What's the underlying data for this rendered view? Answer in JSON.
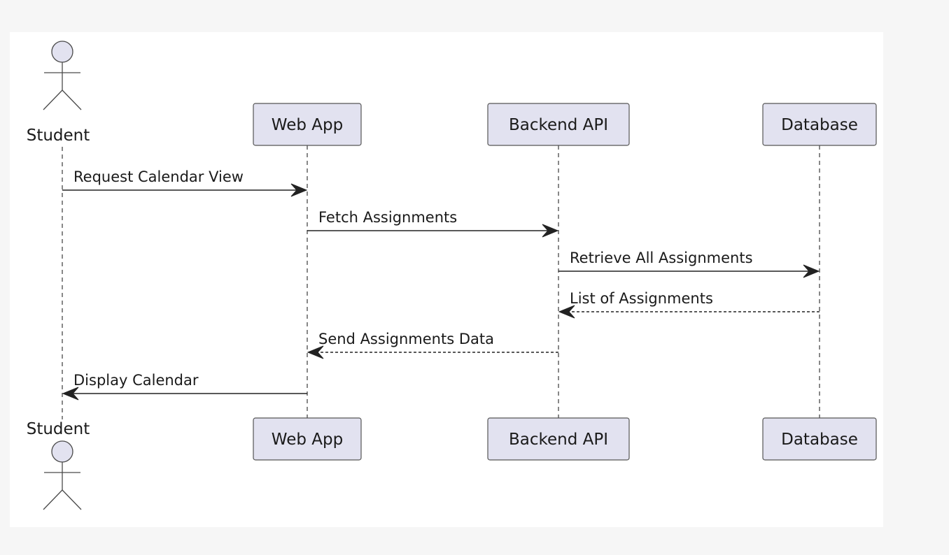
{
  "diagram": {
    "participants": [
      {
        "id": "student",
        "type": "actor",
        "label": "Student",
        "icon": "stick-figure-actor-icon"
      },
      {
        "id": "webapp",
        "type": "participant",
        "label": "Web App"
      },
      {
        "id": "backend",
        "type": "participant",
        "label": "Backend API"
      },
      {
        "id": "database",
        "type": "participant",
        "label": "Database"
      }
    ],
    "messages": [
      {
        "from": "student",
        "to": "webapp",
        "label": "Request Calendar View",
        "style": "solid"
      },
      {
        "from": "webapp",
        "to": "backend",
        "label": "Fetch Assignments",
        "style": "solid"
      },
      {
        "from": "backend",
        "to": "database",
        "label": "Retrieve All Assignments",
        "style": "solid"
      },
      {
        "from": "database",
        "to": "backend",
        "label": "List of Assignments",
        "style": "dashed"
      },
      {
        "from": "backend",
        "to": "webapp",
        "label": "Send Assignments Data",
        "style": "dashed"
      },
      {
        "from": "webapp",
        "to": "student",
        "label": "Display Calendar",
        "style": "solid"
      }
    ],
    "colors": {
      "participant_fill": "#e2e2f0",
      "participant_border": "#555555",
      "line": "#222222",
      "background": "#ffffff"
    }
  }
}
